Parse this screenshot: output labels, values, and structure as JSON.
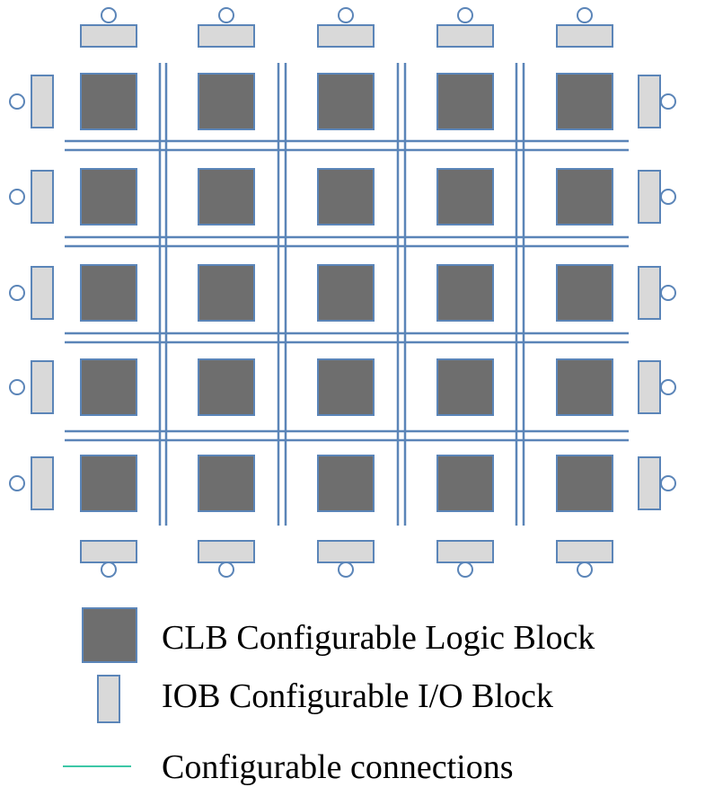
{
  "diagram": {
    "grid": {
      "rows": 5,
      "cols": 5
    },
    "colors": {
      "clb_fill": "#6e6e6e",
      "iob_fill": "#d9d9d9",
      "outline": "#5b85b8",
      "connection_legend": "#3cc7a6"
    }
  },
  "legend": {
    "clb_label": "CLB Configurable Logic Block",
    "iob_label": "IOB Configurable I/O Block",
    "connections_label": "Configurable connections"
  }
}
